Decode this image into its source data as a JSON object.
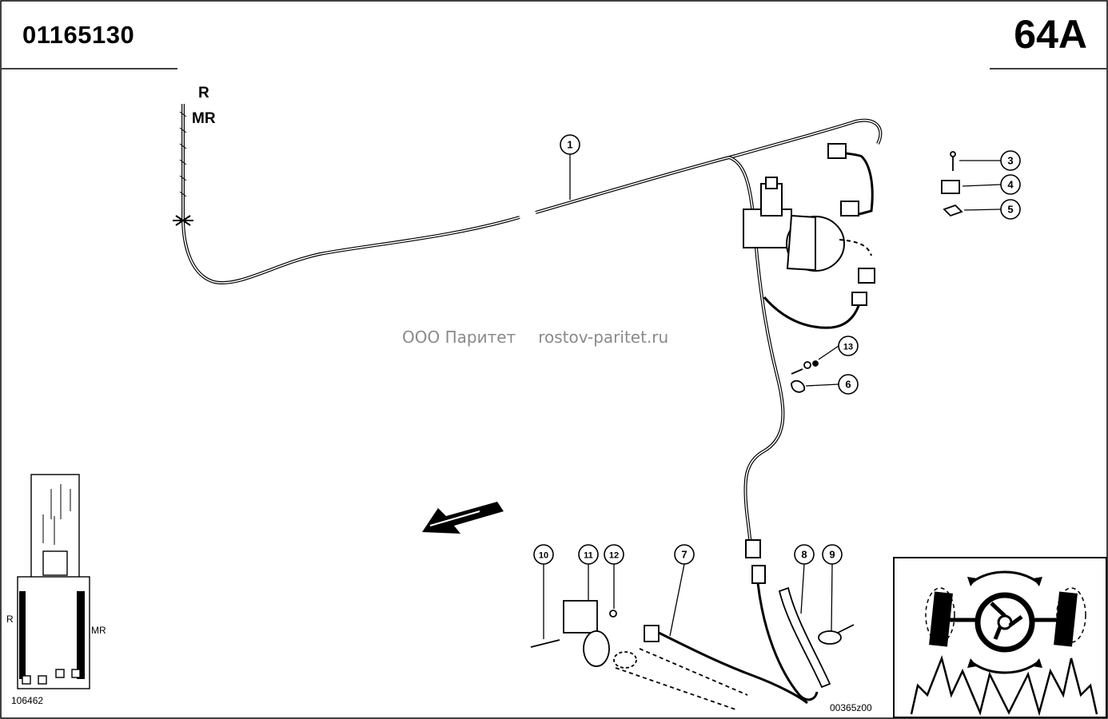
{
  "header": {
    "part_number": "01165130",
    "page_code": "64A"
  },
  "labels": {
    "r": "R",
    "mr": "MR",
    "inset_r": "R",
    "inset_mr": "MR",
    "inset_ref": "106462",
    "drawing_ref": "00365z00"
  },
  "watermark": {
    "company": "ООО Паритет",
    "site": "rostov-paritet.ru"
  },
  "callouts": [
    "1",
    "3",
    "4",
    "5",
    "13",
    "6",
    "10",
    "11",
    "12",
    "7",
    "8",
    "9"
  ],
  "icons": {
    "direction": "direction-arrow-icon",
    "steering": "steering-wheel-icon"
  }
}
